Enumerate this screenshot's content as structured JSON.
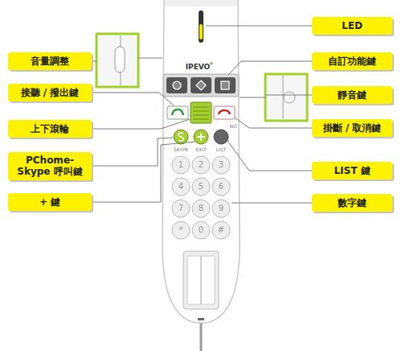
{
  "diagram": {
    "nodes": [
      {
        "text": [
          "LED"
        ]
      },
      {
        "text": [
          "音量調整"
        ]
      },
      {
        "text": [
          "自訂功能鍵"
        ]
      },
      {
        "text": [
          "接聽 / 撥出鍵"
        ]
      },
      {
        "text": [
          "靜音鍵"
        ]
      },
      {
        "text": [
          "上下滾輪"
        ]
      },
      {
        "text": [
          "掛斷 / 取消鍵"
        ]
      },
      {
        "text": [
          "PChome-Skype 呼叫鍵"
        ]
      },
      {
        "text": [
          "LIST 鍵"
        ]
      },
      {
        "text": [
          "+ 鍵"
        ]
      },
      {
        "text": [
          "數字鍵"
        ]
      }
    ],
    "edges": [],
    "labels": [
      "IPEVO",
      "+",
      "NO",
      "SKYPE",
      "EXIT",
      "LIST",
      "1",
      "2",
      "3",
      "4",
      "5",
      "6",
      "7",
      "8",
      "9",
      "*",
      "0",
      "#"
    ]
  }
}
